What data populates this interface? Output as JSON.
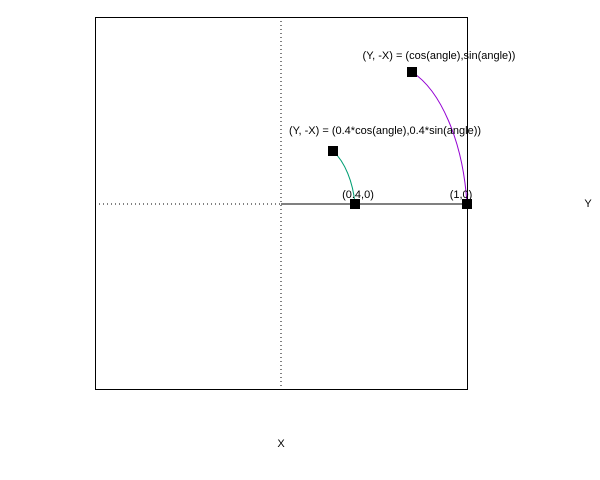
{
  "diagram": {
    "x_axis_label": "X",
    "y_axis_label": "Y",
    "points": {
      "outer_start": {
        "label": "(1,0)"
      },
      "inner_start": {
        "label": "(0.4,0)"
      },
      "outer_end": {
        "label": "(Y, -X) = (cos(angle),sin(angle))"
      },
      "inner_end": {
        "label": "(Y, -X) = (0.4*cos(angle),0.4*sin(angle))"
      }
    },
    "colors": {
      "outer_arc": "#9400D3",
      "inner_arc": "#009E73",
      "frame": "#000000",
      "marker": "#000000"
    }
  }
}
